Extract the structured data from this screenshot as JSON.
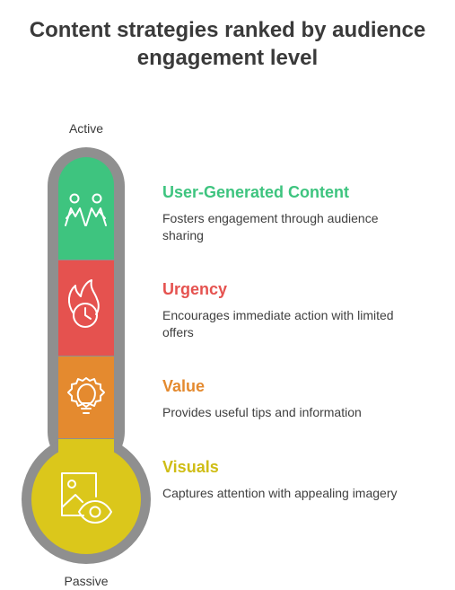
{
  "title": {
    "line1": "Content strategies ranked by audience",
    "line2": "engagement level"
  },
  "scale": {
    "top_label": "Active",
    "bottom_label": "Passive"
  },
  "colors": {
    "tube_outline": "#8f8f8f",
    "user_generated": "#3ec47f",
    "urgency": "#e5524f",
    "value": "#e48a2f",
    "visuals": "#dbc71b",
    "icon_stroke": "#ffffff"
  },
  "items": [
    {
      "title": "User-Generated Content",
      "desc": "Fosters engagement through audience sharing",
      "icon": "people-icon",
      "color": "#3ec47f"
    },
    {
      "title": "Urgency",
      "desc": "Encourages immediate action with limited offers",
      "icon": "fire-clock-icon",
      "color": "#e5524f"
    },
    {
      "title": "Value",
      "desc": "Provides useful tips and information",
      "icon": "lightbulb-gear-icon",
      "color": "#e48a2f"
    },
    {
      "title": "Visuals",
      "desc": "Captures attention with appealing imagery",
      "icon": "image-eye-icon",
      "color": "#cfbd15"
    }
  ]
}
